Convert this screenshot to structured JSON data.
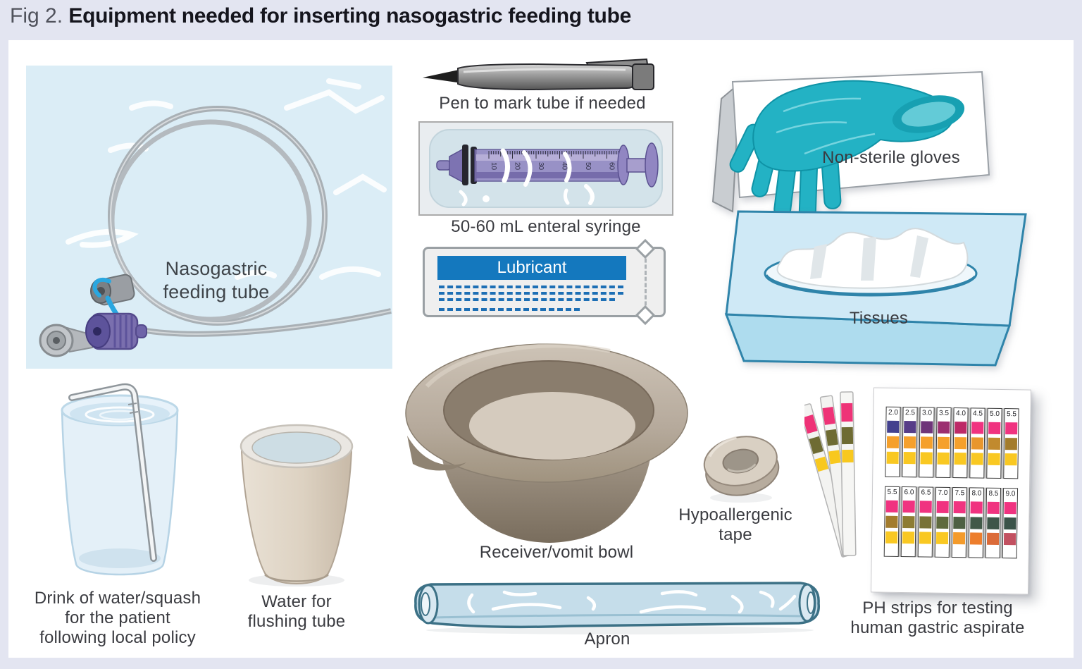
{
  "figure": {
    "label": "Fig 2.",
    "title": "Equipment needed for inserting nasogastric feeding tube"
  },
  "items": {
    "ng_tube": {
      "label": [
        "Nasogastric",
        "feeding tube"
      ]
    },
    "pen": {
      "label": "Pen to mark tube if needed"
    },
    "syringe": {
      "label": "50-60 mL enteral syringe",
      "scale_marks": [
        "10",
        "20",
        "30",
        "40",
        "50",
        "60"
      ],
      "unit": "ml"
    },
    "lubricant": {
      "label": "Lubricant"
    },
    "gloves": {
      "label": "Non-sterile gloves"
    },
    "tissues": {
      "label": "Tissues"
    },
    "drink": {
      "label": [
        "Drink of water/squash",
        "for the patient",
        "following local policy"
      ]
    },
    "flush_water": {
      "label": [
        "Water for",
        "flushing tube"
      ]
    },
    "bowl": {
      "label": "Receiver/vomit bowl"
    },
    "tape": {
      "label": [
        "Hypoallergenic",
        "tape"
      ]
    },
    "apron": {
      "label": "Apron"
    },
    "ph_strips": {
      "label": [
        "PH strips for testing",
        "human gastric aspirate"
      ],
      "strip_band_colors": [
        "#ee3377",
        "#6e6b33",
        "#f8c81e"
      ],
      "chart": {
        "type": "table",
        "rows": [
          {
            "strips": [
              {
                "ph": "2.0",
                "colors": [
                  "#43418e",
                  "#f5a02c",
                  "#f9c822"
                ]
              },
              {
                "ph": "2.5",
                "colors": [
                  "#573d88",
                  "#f5a02c",
                  "#f9c822"
                ]
              },
              {
                "ph": "3.0",
                "colors": [
                  "#6f3579",
                  "#f5a02c",
                  "#f9c822"
                ]
              },
              {
                "ph": "3.5",
                "colors": [
                  "#9c2f70",
                  "#f5a02c",
                  "#f9c822"
                ]
              },
              {
                "ph": "4.0",
                "colors": [
                  "#bd2a67",
                  "#f5a02c",
                  "#f9c822"
                ]
              },
              {
                "ph": "4.5",
                "colors": [
                  "#f03380",
                  "#e8962c",
                  "#f9c822"
                ]
              },
              {
                "ph": "5.0",
                "colors": [
                  "#f03380",
                  "#c18a2e",
                  "#f9c822"
                ]
              },
              {
                "ph": "5.5",
                "colors": [
                  "#f03380",
                  "#a37c2d",
                  "#f9c822"
                ]
              }
            ]
          },
          {
            "strips": [
              {
                "ph": "5.5",
                "colors": [
                  "#f03380",
                  "#a37c2d",
                  "#f9c822"
                ]
              },
              {
                "ph": "6.0",
                "colors": [
                  "#f03380",
                  "#8d7c33",
                  "#f9c822"
                ]
              },
              {
                "ph": "6.5",
                "colors": [
                  "#f03380",
                  "#787238",
                  "#f9c822"
                ]
              },
              {
                "ph": "7.0",
                "colors": [
                  "#f03380",
                  "#5f6a3e",
                  "#f9c822"
                ]
              },
              {
                "ph": "7.5",
                "colors": [
                  "#f03380",
                  "#4e6043",
                  "#f49b2b"
                ]
              },
              {
                "ph": "8.0",
                "colors": [
                  "#f03380",
                  "#415948",
                  "#ed7e2d"
                ]
              },
              {
                "ph": "8.5",
                "colors": [
                  "#f03380",
                  "#3e5549",
                  "#db6b39"
                ]
              },
              {
                "ph": "9.0",
                "colors": [
                  "#f03380",
                  "#3b5349",
                  "#c25161"
                ]
              }
            ]
          }
        ]
      }
    }
  },
  "colors": {
    "page_bg": "#e3e5f1",
    "panel_bg": "#ffffff",
    "package_blue": "#dbedf6",
    "glove_teal": "#23b2c4",
    "tissue_box_top": "#cfe9f6",
    "tissue_box_front": "#aedcee",
    "tissue_outline": "#2f84aa",
    "lubricant_blue": "#1478be",
    "syringe_purple": "#8b80bd",
    "apron_blue": "#c5ddea",
    "apron_outline": "#3c7186",
    "bowl_taupe": "#a4988a",
    "label_text": "#3a3b40"
  }
}
